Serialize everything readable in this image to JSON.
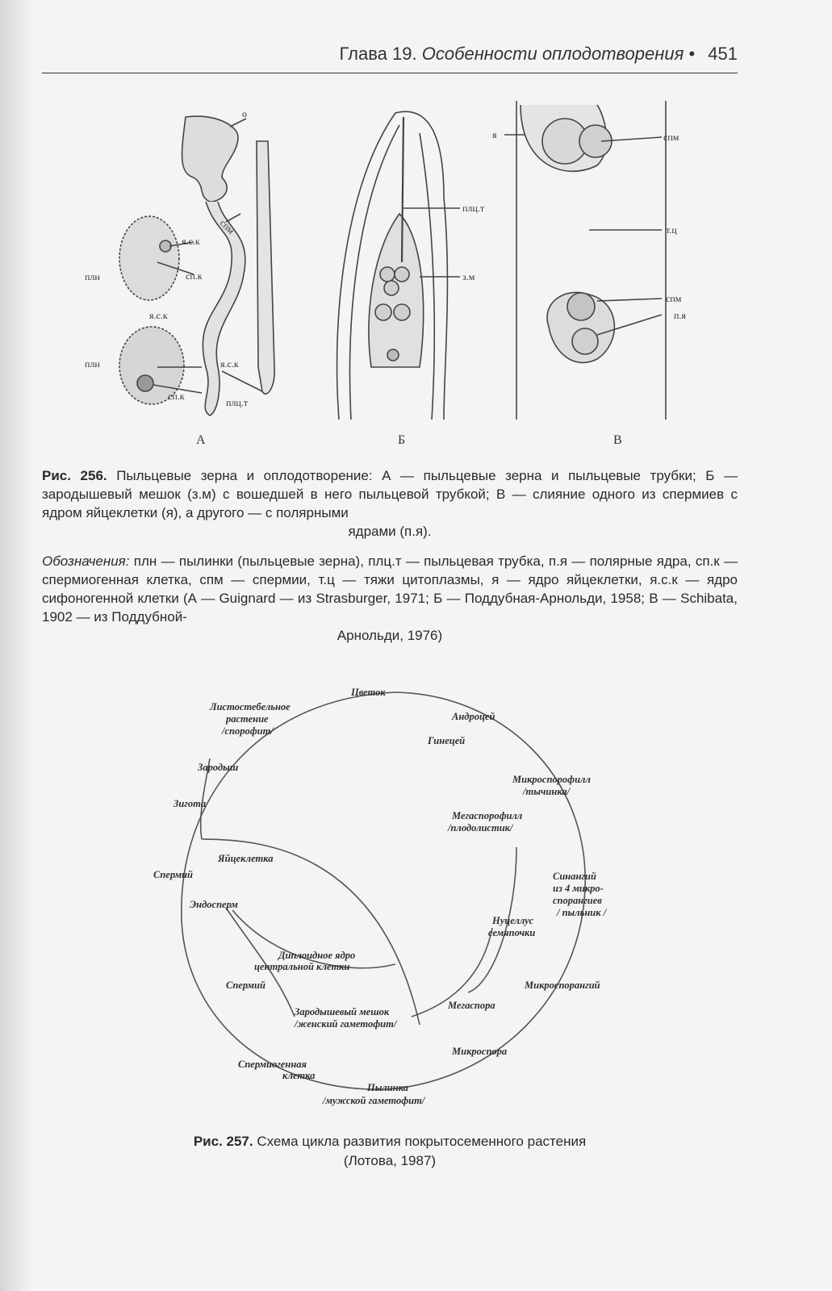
{
  "header": {
    "chapter": "Глава 19.",
    "title": "Особенности оплодотворения",
    "bullet": "•",
    "page_number": "451"
  },
  "fig256": {
    "panelA": {
      "letter": "А",
      "labels": {
        "o": "о",
        "spm": "спм",
        "ysk1": "я.с.к",
        "pln1": "плн",
        "spk1": "сп.к",
        "ysk2": "я.с.к",
        "pln2": "плн",
        "ysk3": "я.с.к",
        "spk2": "сп.к",
        "plct": "плц.т"
      }
    },
    "panelB": {
      "letter": "Б",
      "labels": {
        "plct": "плц.т",
        "zm": "з.м"
      }
    },
    "panelV": {
      "letter": "В",
      "labels": {
        "ya": "я",
        "spm1": "спм",
        "tc": "т.ц",
        "spm2": "спм",
        "pya": "п.я"
      }
    }
  },
  "caption256": {
    "label": "Рис. 256.",
    "text": "Пыльцевые зерна и оплодотворение: А — пыльцевые зерна и пыльцевые трубки; Б — зародышевый мешок (з.м) с вошедшей в него пыльцевой трубкой; В — слияние одного из спермиев с ядром яйцеклетки (я), а другого — с полярными",
    "text_last": "ядрами (п.я).",
    "notes_label": "Обозначения:",
    "notes_text": "плн — пылинки (пыльцевые зерна), плц.т — пыльцевая трубка, п.я — полярные ядра, сп.к — спермиогенная клетка, спм — спермии, т.ц — тяжи цитоплазмы, я — ядро яйцеклетки, я.с.к — ядро сифоногенной клетки (А — Guignard — из Strasburger, 1971; Б — Поддубная-Арнольди, 1958; В — Schibata, 1902 — из Поддубной-",
    "notes_last": "Арнольди, 1976)"
  },
  "fig257": {
    "nodes": {
      "tsvetok": "Цветок",
      "androcei": "Андроцей",
      "ginecei": "Гинецей",
      "mikrosporofill1": "Микроспорофилл",
      "mikrosporofill2": "/тычинка/",
      "megasporofill1": "Мегаспорофилл",
      "megasporofill2": "/плодолистик/",
      "sinangii1": "Синангий",
      "sinangii2": "из 4 микро-",
      "sinangii3": "спорангиев",
      "sinangii4": "/ пыльник /",
      "nucellus1": "Нуцеллус",
      "nucellus2": "семяпочки",
      "mikrosporangii": "Микроспорангий",
      "megaspora": "Мегаспора",
      "mikrospora": "Микроспора",
      "pylinka1": "Пылинка",
      "pylinka2": "/мужской гаметофит/",
      "spermiogen1": "Спермиогенная",
      "spermiogen2": "клетка",
      "zarod_meshok1": "Зародышевый мешок",
      "zarod_meshok2": "/женский гаметофит/",
      "spermii_lower": "Спермий",
      "diploid1": "Диплоидное ядро",
      "diploid2": "центральной клетки",
      "endosperm": "Эндосперм",
      "spermii_upper": "Спермий",
      "yaitsekletka": "Яйцеклетка",
      "zigota": "Зигота",
      "zarodysh": "Зародыш",
      "list1": "Листостебельное",
      "list2": "растение",
      "list3": "/спорофит/"
    }
  },
  "caption257": {
    "label": "Рис. 257.",
    "text": "Схема цикла развития покрытосеменного растения",
    "text2": "(Лотова, 1987)"
  }
}
